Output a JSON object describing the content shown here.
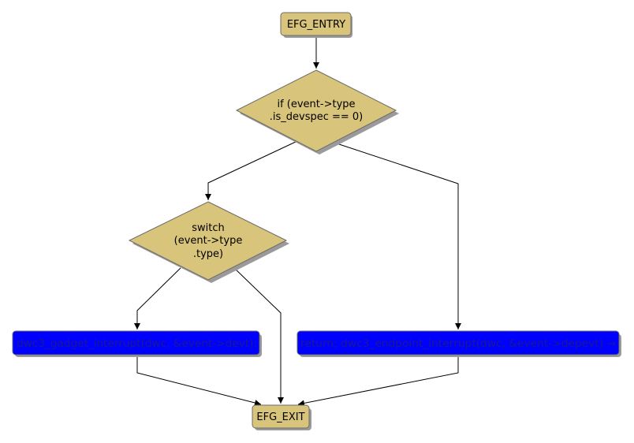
{
  "colors": {
    "terminal_fill": "#d8c47a",
    "decision_fill": "#d8c47a",
    "action_fill": "#0000ff",
    "shadow": "#9a9a9a",
    "border": "#6b6b6b"
  },
  "nodes": {
    "entry": {
      "label": "EFG_ENTRY"
    },
    "decision_devspec": {
      "lines": [
        "if (event->type",
        ".is_devspec == 0)"
      ]
    },
    "decision_switch": {
      "lines": [
        "switch",
        "(event->type",
        ".type)"
      ]
    },
    "action_gadget": {
      "label": "dwc3_gadget_interrupt(dwc, &event->devt);"
    },
    "action_endpoint": {
      "label": "return; dwc3_endpoint_interrupt(dwc, &event->depevt) →"
    },
    "exit": {
      "label": "EFG_EXIT"
    }
  }
}
